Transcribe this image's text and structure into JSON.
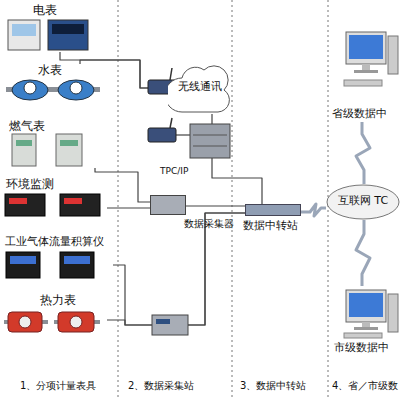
{
  "diagram": {
    "nodes": [
      {
        "text": [
          "电表"
        ]
      },
      {
        "text": [
          "水表"
        ]
      },
      {
        "text": [
          "燃气表"
        ]
      },
      {
        "text": [
          "环境监测"
        ]
      },
      {
        "text": [
          "工业气体流量积算仪"
        ]
      },
      {
        "text": [
          "热力表"
        ]
      },
      {
        "text": [
          "无线通讯"
        ]
      },
      {
        "text": [
          "数据采集器"
        ]
      },
      {
        "text": [
          "数据中转站"
        ]
      },
      {
        "text": [
          "省级数据中"
        ]
      },
      {
        "text": [
          "互联网 TC"
        ]
      },
      {
        "text": [
          "市级数据中"
        ]
      }
    ],
    "edges": [
      {
        "from": 0,
        "to": 6,
        "arrow": "none"
      },
      {
        "from": 1,
        "to": 6,
        "arrow": "none"
      },
      {
        "from": 2,
        "to": 7,
        "arrow": "none"
      },
      {
        "from": 3,
        "to": 7,
        "arrow": "none"
      },
      {
        "from": 4,
        "to": 8,
        "arrow": "none"
      },
      {
        "from": 5,
        "to": 8,
        "arrow": "none"
      },
      {
        "from": 6,
        "to": 8,
        "arrow": "none"
      },
      {
        "from": 7,
        "to": 8,
        "arrow": "none"
      },
      {
        "from": 8,
        "to": 10,
        "arrow": "none"
      },
      {
        "from": 10,
        "to": 9,
        "arrow": "none"
      },
      {
        "from": 10,
        "to": 11,
        "arrow": "none"
      }
    ],
    "labels": [
      "TPC/IP",
      "1、分项计量表具",
      "2、数据采集站",
      "3、数据中转站",
      "4、省／市级数"
    ]
  }
}
